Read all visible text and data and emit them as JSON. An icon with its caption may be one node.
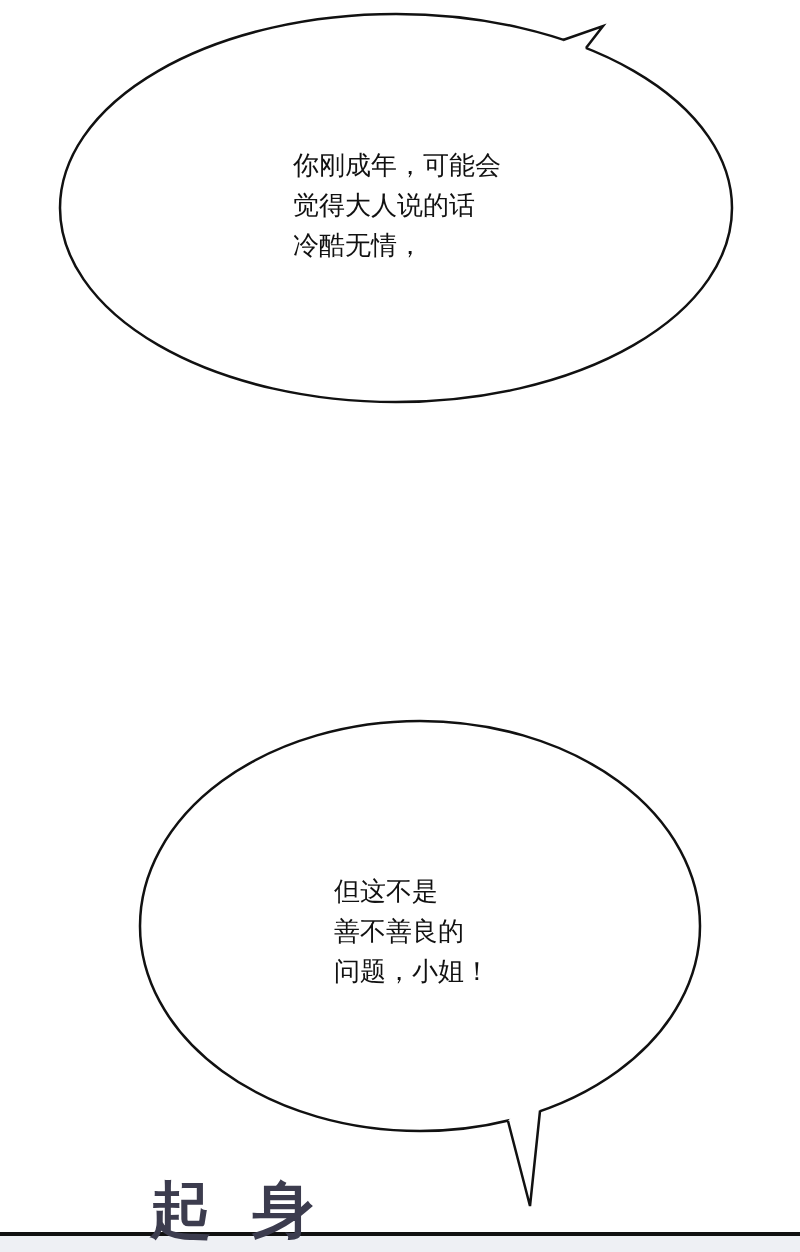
{
  "diagram": {
    "nodes": [
      {
        "text": [
          "你刚成年，可能会觉得大人说的话冷酷无情，"
        ]
      },
      {
        "text": [
          "但这不是善不善良的问题，小姐！"
        ]
      }
    ],
    "edges": [],
    "labels": [
      "起身"
    ]
  }
}
